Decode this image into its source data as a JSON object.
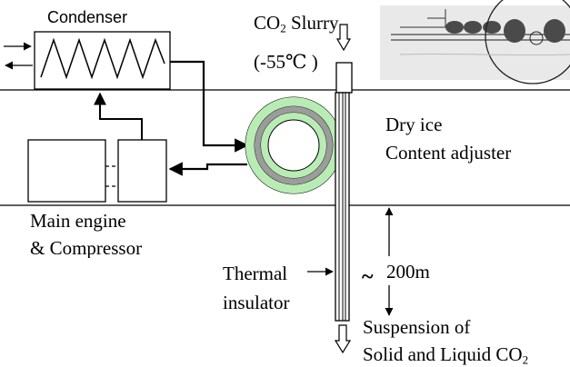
{
  "labels": {
    "condenser": "Condenser",
    "slurry_formula": "CO",
    "slurry_sub": "2",
    "slurry_word": "Slurry",
    "slurry_temp": "(-55℃ )",
    "adjuster_line1": "Dry ice",
    "adjuster_line2": "Content adjuster",
    "engine_line1": "Main engine",
    "engine_line2": "& Compressor",
    "thermal_line1": "Thermal",
    "thermal_line2": "insulator",
    "approx": "~",
    "depth": "200m",
    "suspension_line1": "Suspension of",
    "suspension_line2": "Solid and Liquid CO",
    "suspension_sub": "2"
  },
  "colors": {
    "line": "#000000",
    "coil_outer": "#b8ecb4",
    "coil_mid": "#9c9c9c",
    "inset_bg": "#e9e9e9"
  },
  "icons": {
    "inlet_arrow": "hollow-down-arrow",
    "outlet_arrow": "hollow-down-arrow",
    "coil": "spiral-coil",
    "condenser_coil": "zigzag"
  }
}
